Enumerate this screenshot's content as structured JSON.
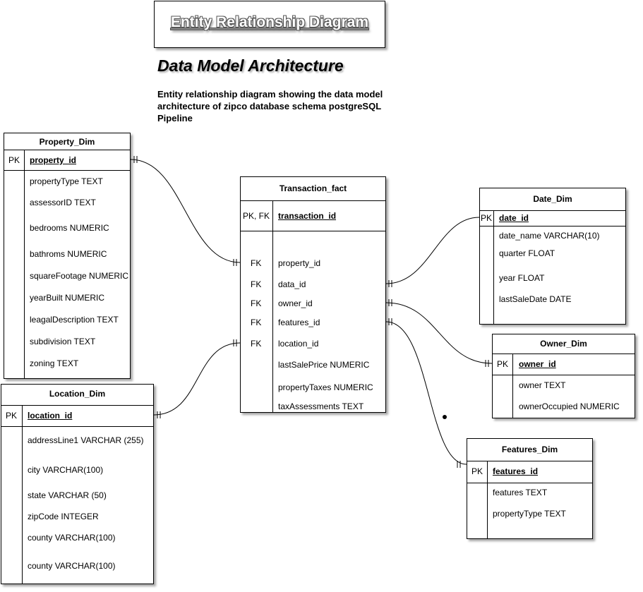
{
  "header": {
    "title": "Entity Relationship Diagram",
    "subtitle": "Data Model Architecture",
    "description": "Entity relationship diagram showing the data model architecture of zipco database schema postgreSQL Pipeline"
  },
  "tables": {
    "property": {
      "name": "Property_Dim",
      "pk_label": "PK",
      "pk_field": "property_id",
      "fields": [
        "propertyType TEXT",
        "assessorID TEXT",
        "bedrooms NUMERIC",
        "bathroms NUMERIC",
        "squareFootage NUMERIC",
        "yearBuilt NUMERIC",
        "leagalDescription TEXT",
        "subdivision TEXT",
        "zoning TEXT"
      ]
    },
    "location": {
      "name": "Location_Dim",
      "pk_label": "PK",
      "pk_field": "location_id",
      "fields": [
        "addressLine1 VARCHAR (255)",
        "city VARCHAR(100)",
        "state VARCHAR (50)",
        "zipCode INTEGER",
        "county VARCHAR(100)",
        "county VARCHAR(100)"
      ]
    },
    "transaction": {
      "name": "Transaction_fact",
      "pk_label": "PK, FK",
      "pk_field": "transaction_id",
      "fk_label": "FK",
      "fk_fields": [
        "property_id",
        "data_id",
        "owner_id",
        "features_id",
        "location_id"
      ],
      "fields": [
        "lastSalePrice NUMERIC",
        "propertyTaxes NUMERIC",
        "taxAssessments TEXT"
      ]
    },
    "date": {
      "name": "Date_Dim",
      "pk_label": "PK",
      "pk_field": "date_id",
      "fields": [
        "date_name VARCHAR(10)",
        "quarter FLOAT",
        "year FLOAT",
        "lastSaleDate DATE"
      ]
    },
    "owner": {
      "name": "Owner_Dim",
      "pk_label": "PK",
      "pk_field": "owner_id",
      "fields": [
        "owner TEXT",
        "ownerOccupied NUMERIC"
      ]
    },
    "features": {
      "name": "Features_Dim",
      "pk_label": "PK",
      "pk_field": "features_id",
      "fields": [
        "features TEXT",
        "propertyType TEXT"
      ]
    }
  }
}
